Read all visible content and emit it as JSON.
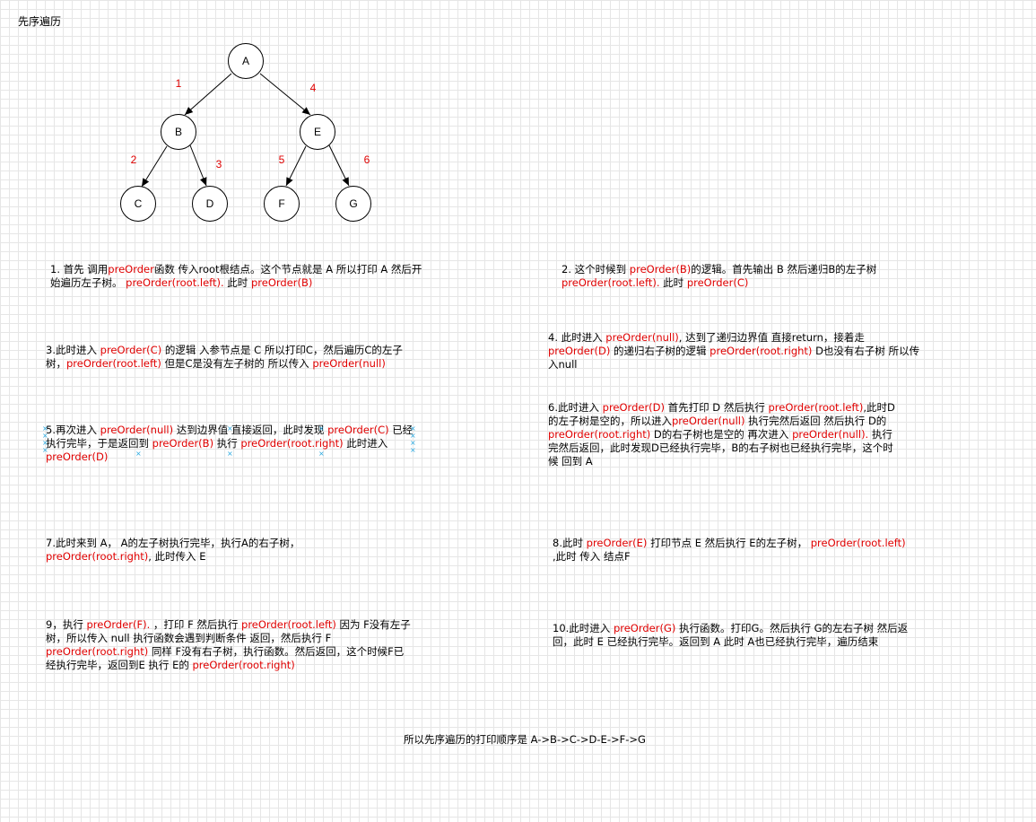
{
  "title": "先序遍历",
  "tree": {
    "nodes": [
      "A",
      "B",
      "E",
      "C",
      "D",
      "F",
      "G"
    ],
    "edge_labels": [
      "1",
      "2",
      "3",
      "4",
      "5",
      "6"
    ],
    "edge_label_color": "#e00000"
  },
  "notes": [
    {
      "id": "note-1",
      "segments": [
        {
          "t": "1. 首先 调用",
          "red": false
        },
        {
          "t": "preOrder",
          "red": true
        },
        {
          "t": "函数 传入root根结点。这个节点就是 A  所以打印 A  然后开始遍历左子树。 ",
          "red": false
        },
        {
          "t": "preOrder(root.left).",
          "red": true
        },
        {
          "t": "  此时 ",
          "red": false
        },
        {
          "t": "preOrder(B)",
          "red": true
        }
      ]
    },
    {
      "id": "note-2",
      "segments": [
        {
          "t": "2. 这个时候到 ",
          "red": false
        },
        {
          "t": "preOrder(B)",
          "red": true
        },
        {
          "t": "的逻辑。首先输出 B 然后递归B的左子树 ",
          "red": false
        },
        {
          "t": "preOrder(root.left).",
          "red": true
        },
        {
          "t": "  此时 ",
          "red": false
        },
        {
          "t": "preOrder(C)",
          "red": true
        }
      ]
    },
    {
      "id": "note-3",
      "segments": [
        {
          "t": "3.此时进入 ",
          "red": false
        },
        {
          "t": "preOrder(C)",
          "red": true
        },
        {
          "t": " 的逻辑  入参节点是 C 所以打印C，然后遍历C的左子树，",
          "red": false
        },
        {
          "t": "preOrder(root.left)",
          "red": true
        },
        {
          "t": "  但是C是没有左子树的 所以传入 ",
          "red": false
        },
        {
          "t": "preOrder(null)",
          "red": true
        }
      ]
    },
    {
      "id": "note-4",
      "segments": [
        {
          "t": "4. 此时进入 ",
          "red": false
        },
        {
          "t": "preOrder(null)",
          "red": true
        },
        {
          "t": ", 达到了递归边界值 直接return，接着走 ",
          "red": false
        },
        {
          "t": "preOrder(D)",
          "red": true
        },
        {
          "t": " 的递归右子树的逻辑  ",
          "red": false
        },
        {
          "t": "preOrder(root.right)",
          "red": true
        },
        {
          "t": " D也没有右子树 所以传入null",
          "red": false
        }
      ]
    },
    {
      "id": "note-5",
      "segments": [
        {
          "t": "5.再次进入 ",
          "red": false
        },
        {
          "t": "preOrder(null)",
          "red": true
        },
        {
          "t": " 达到边界值 直接返回，此时发现 ",
          "red": false
        },
        {
          "t": "preOrder(C)",
          "red": true
        },
        {
          "t": " 已经执行完毕，于是返回到 ",
          "red": false
        },
        {
          "t": "preOrder(B)",
          "red": true
        },
        {
          "t": "  执行 ",
          "red": false
        },
        {
          "t": "preOrder(root.right)",
          "red": true
        },
        {
          "t": " 此时进入 ",
          "red": false
        },
        {
          "t": "preOrder(D)",
          "red": true
        }
      ]
    },
    {
      "id": "note-6",
      "segments": [
        {
          "t": "6.此时进入 ",
          "red": false
        },
        {
          "t": "preOrder(D)",
          "red": true
        },
        {
          "t": " 首先打印 D 然后执行 ",
          "red": false
        },
        {
          "t": "preOrder(root.left)",
          "red": true
        },
        {
          "t": ",此时D的左子树是空的，所以进入",
          "red": false
        },
        {
          "t": "preOrder(null)",
          "red": true
        },
        {
          "t": " 执行完然后返回  然后执行 D的 ",
          "red": false
        },
        {
          "t": "preOrder(root.right)",
          "red": true
        },
        {
          "t": " D的右子树也是空的  再次进入 ",
          "red": false
        },
        {
          "t": "preOrder(null).",
          "red": true
        },
        {
          "t": " 执行完然后返回，此时发现D已经执行完毕，B的右子树也已经执行完毕，这个时候 回到 A",
          "red": false
        }
      ]
    },
    {
      "id": "note-7",
      "segments": [
        {
          "t": "7.此时来到 A， A的左子树执行完毕，执行A的右子树，",
          "red": false
        },
        {
          "t": "preOrder(root.right)",
          "red": true
        },
        {
          "t": ", 此时传入 E",
          "red": false
        }
      ]
    },
    {
      "id": "note-8",
      "segments": [
        {
          "t": "8.此时 ",
          "red": false
        },
        {
          "t": "preOrder(E)",
          "red": true
        },
        {
          "t": " 打印节点 E  然后执行 E的左子树，  ",
          "red": false
        },
        {
          "t": "preOrder(root.left)",
          "red": true
        },
        {
          "t": " ,此时 传入 结点F",
          "red": false
        }
      ]
    },
    {
      "id": "note-9",
      "segments": [
        {
          "t": "9，执行 ",
          "red": false
        },
        {
          "t": "preOrder(F).",
          "red": true
        },
        {
          "t": " ，打印 F 然后执行  ",
          "red": false
        },
        {
          "t": "preOrder(root.left)",
          "red": true
        },
        {
          "t": "  因为 F没有左子树，所以传入 null  执行函数会遇到判断条件 返回，然后执行 F ",
          "red": false
        },
        {
          "t": "preOrder(root.right)",
          "red": true
        },
        {
          "t": " 同样 F没有右子树，执行函数。然后返回，这个时候F已经执行完毕，返回到E 执行 E的 ",
          "red": false
        },
        {
          "t": "preOrder(root.right)",
          "red": true
        }
      ]
    },
    {
      "id": "note-10",
      "segments": [
        {
          "t": "10.此时进入 ",
          "red": false
        },
        {
          "t": "preOrder(G)",
          "red": true
        },
        {
          "t": " 执行函数。打印G。然后执行 G的左右子树  然后返回，此时 E 已经执行完毕。返回到 A 此时 A也已经执行完毕，遍历结束",
          "red": false
        }
      ]
    }
  ],
  "summary": "所以先序遍历的打印顺序是 A->B->C->D-E->F->G"
}
